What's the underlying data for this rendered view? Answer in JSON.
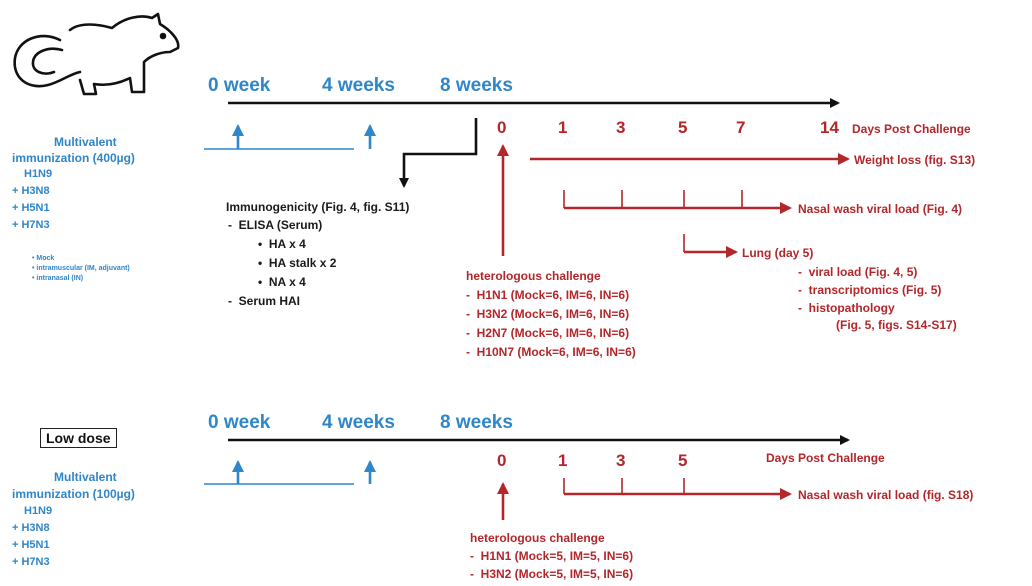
{
  "colors": {
    "blue": "#2f86c8",
    "red": "#b3262a",
    "black": "#1a1a1a"
  },
  "icons": {
    "animal": "ferret-outline-icon"
  },
  "panel1": {
    "weeks": [
      "0 week",
      "4 weeks",
      "8 weeks"
    ],
    "immunization": {
      "line1": "Multivalent",
      "line2": "immunization (400µg)",
      "strains": [
        "H1N9",
        "+ H3N8",
        "+ H5N1",
        "+ H7N3"
      ],
      "groups": [
        "Mock",
        "intramuscular (IM, adjuvant)",
        "intranasal (IN)"
      ]
    },
    "days": [
      "0",
      "1",
      "3",
      "5",
      "7",
      "14"
    ],
    "days_label": "Days Post Challenge",
    "weight": "Weight loss (fig. S13)",
    "nasal": "Nasal wash viral load (Fig. 4)",
    "lung": {
      "title": "Lung (day 5)",
      "items": [
        "viral load (Fig. 4, 5)",
        "transcriptomics (Fig. 5)",
        "histopathology"
      ],
      "note": "(Fig. 5, figs. S14-S17)"
    },
    "immunogenicity": {
      "title": "Immunogenicity (Fig. 4, fig. S11)",
      "elisa": "ELISA (Serum)",
      "elisa_items": [
        "HA x 4",
        "HA stalk x 2",
        "NA x 4"
      ],
      "hai": "Serum HAI"
    },
    "challenge": {
      "title": "heterologous challenge",
      "items": [
        "H1N1 (Mock=6, IM=6, IN=6)",
        "H3N2 (Mock=6, IM=6, IN=6)",
        "H2N7 (Mock=6, IM=6, IN=6)",
        "H10N7 (Mock=6, IM=6, IN=6)"
      ]
    }
  },
  "panel2": {
    "low_dose": "Low dose",
    "weeks": [
      "0 week",
      "4 weeks",
      "8 weeks"
    ],
    "immunization": {
      "line1": "Multivalent",
      "line2": "immunization (100µg)",
      "strains": [
        "H1N9",
        "+ H3N8",
        "+ H5N1",
        "+ H7N3"
      ]
    },
    "days": [
      "0",
      "1",
      "3",
      "5"
    ],
    "days_label": "Days Post Challenge",
    "nasal": "Nasal wash viral load (fig. S18)",
    "challenge": {
      "title": "heterologous challenge",
      "items": [
        "H1N1 (Mock=5, IM=5, IN=6)",
        "H3N2 (Mock=5, IM=5, IN=6)"
      ]
    }
  }
}
